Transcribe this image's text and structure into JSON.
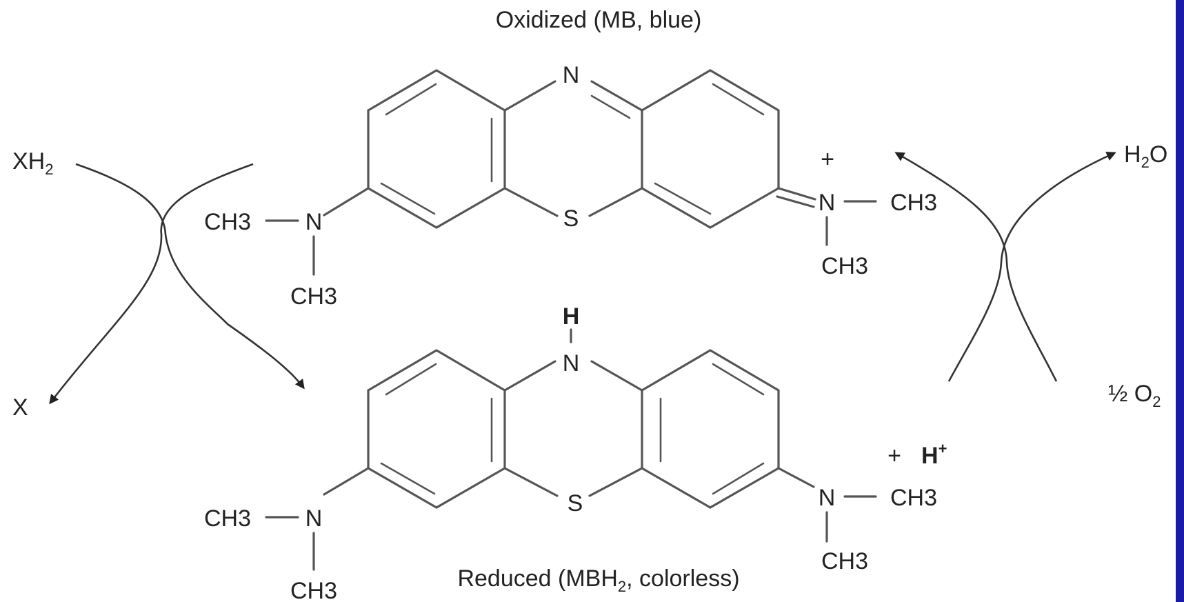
{
  "colors": {
    "background": "#ffffff",
    "edge_strip": "#1a1aa8",
    "bond": "#555555",
    "text": "#222222"
  },
  "titles": {
    "oxidized": "Oxidized (MB, blue)",
    "reduced_pre": "Reduced (MBH",
    "reduced_sub": "2",
    "reduced_post": ", colorless)"
  },
  "oxidized": {
    "ring_n": "N",
    "ring_s": "S",
    "left_amine": {
      "n": "N",
      "methyl_side": "CH3",
      "methyl_down": "CH3"
    },
    "right_amine": {
      "charge": "+",
      "n": "N",
      "methyl_side": "CH3",
      "methyl_down": "CH3"
    }
  },
  "reduced": {
    "ring_h": "H",
    "ring_n": "N",
    "ring_s": "S",
    "left_amine": {
      "n": "N",
      "methyl_side": "CH3",
      "methyl_down": "CH3"
    },
    "right_amine": {
      "n": "N",
      "methyl_side": "CH3",
      "methyl_down": "CH3"
    },
    "proton_plus": "+",
    "proton": "H",
    "proton_charge": "+"
  },
  "left_reaction": {
    "reactant": "XH",
    "reactant_sub": "2",
    "product": "X"
  },
  "right_reaction": {
    "product": "H",
    "product_sub": "2",
    "product_post": "O",
    "reactant": "½ O",
    "reactant_sub": "2"
  }
}
